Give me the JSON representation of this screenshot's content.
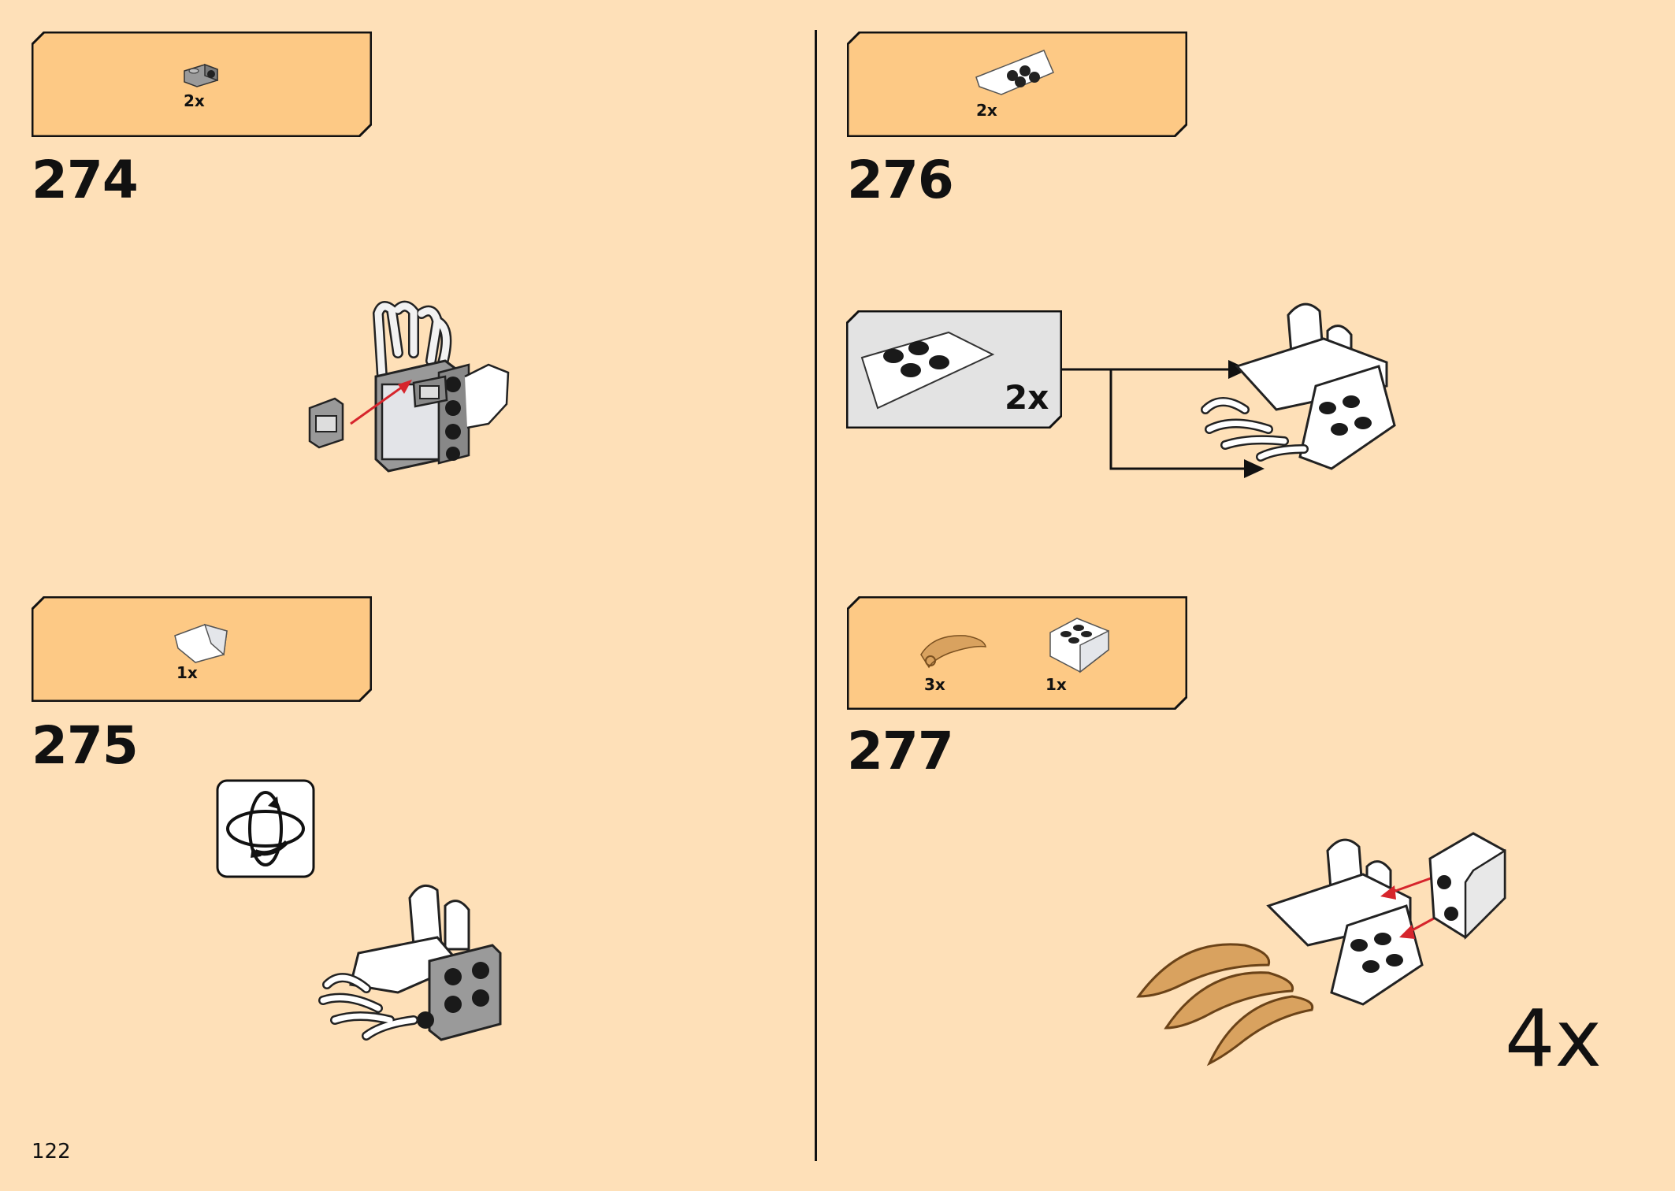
{
  "page": {
    "number": "122"
  },
  "steps": [
    {
      "id": "274",
      "number": "274",
      "parts": [
        {
          "qty": "2x",
          "icon": "gray-bracket-plate-icon"
        }
      ]
    },
    {
      "id": "275",
      "number": "275",
      "parts": [
        {
          "qty": "1x",
          "icon": "white-wedge-tile-icon"
        }
      ],
      "callout_icon": "rotate-model-icon"
    },
    {
      "id": "276",
      "number": "276",
      "parts": [
        {
          "qty": "2x",
          "icon": "white-wedge-plate-icon"
        }
      ],
      "subassembly": {
        "qty": "2x"
      }
    },
    {
      "id": "277",
      "number": "277",
      "parts": [
        {
          "qty": "3x",
          "icon": "tan-claw-icon"
        },
        {
          "qty": "1x",
          "icon": "white-inverted-slope-icon"
        }
      ],
      "multiplier": "4x"
    }
  ],
  "colors": {
    "page_bg": "#fee0b8",
    "parts_box": "#fdc985",
    "sub_box": "#e3e3e3",
    "arrow_red": "#d6252c",
    "tan": "#d9a25f"
  }
}
